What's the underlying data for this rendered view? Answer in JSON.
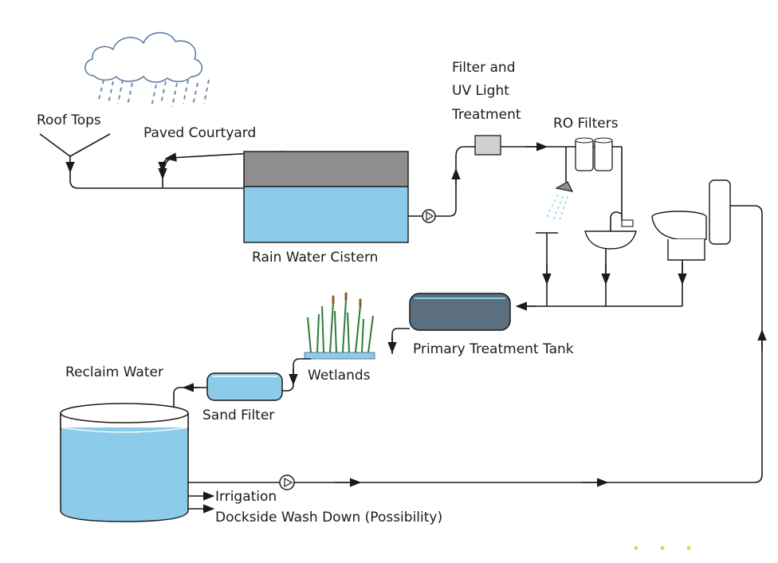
{
  "labels": {
    "roof_tops": "Roof Tops",
    "paved_courtyard": "Paved Courtyard",
    "filter_uv_line1": "Filter and",
    "filter_uv_line2": "UV Light",
    "filter_uv_line3": "Treatment",
    "ro_filters": "RO Filters",
    "rain_water_cistern": "Rain Water Cistern",
    "primary_treatment_tank": "Primary Treatment Tank",
    "wetlands": "Wetlands",
    "reclaim_water": "Reclaim Water",
    "sand_filter": "Sand Filter",
    "irrigation": "Irrigation",
    "dockside_wash_down": "Dockside Wash Down (Possibility)"
  },
  "colors": {
    "water": "#8ccbea",
    "cistern_top": "#8e8e8e",
    "tank_dark": "#5c6f7e",
    "pipe": "#1a1a1a",
    "accent_dots": "#d8dc3a"
  }
}
